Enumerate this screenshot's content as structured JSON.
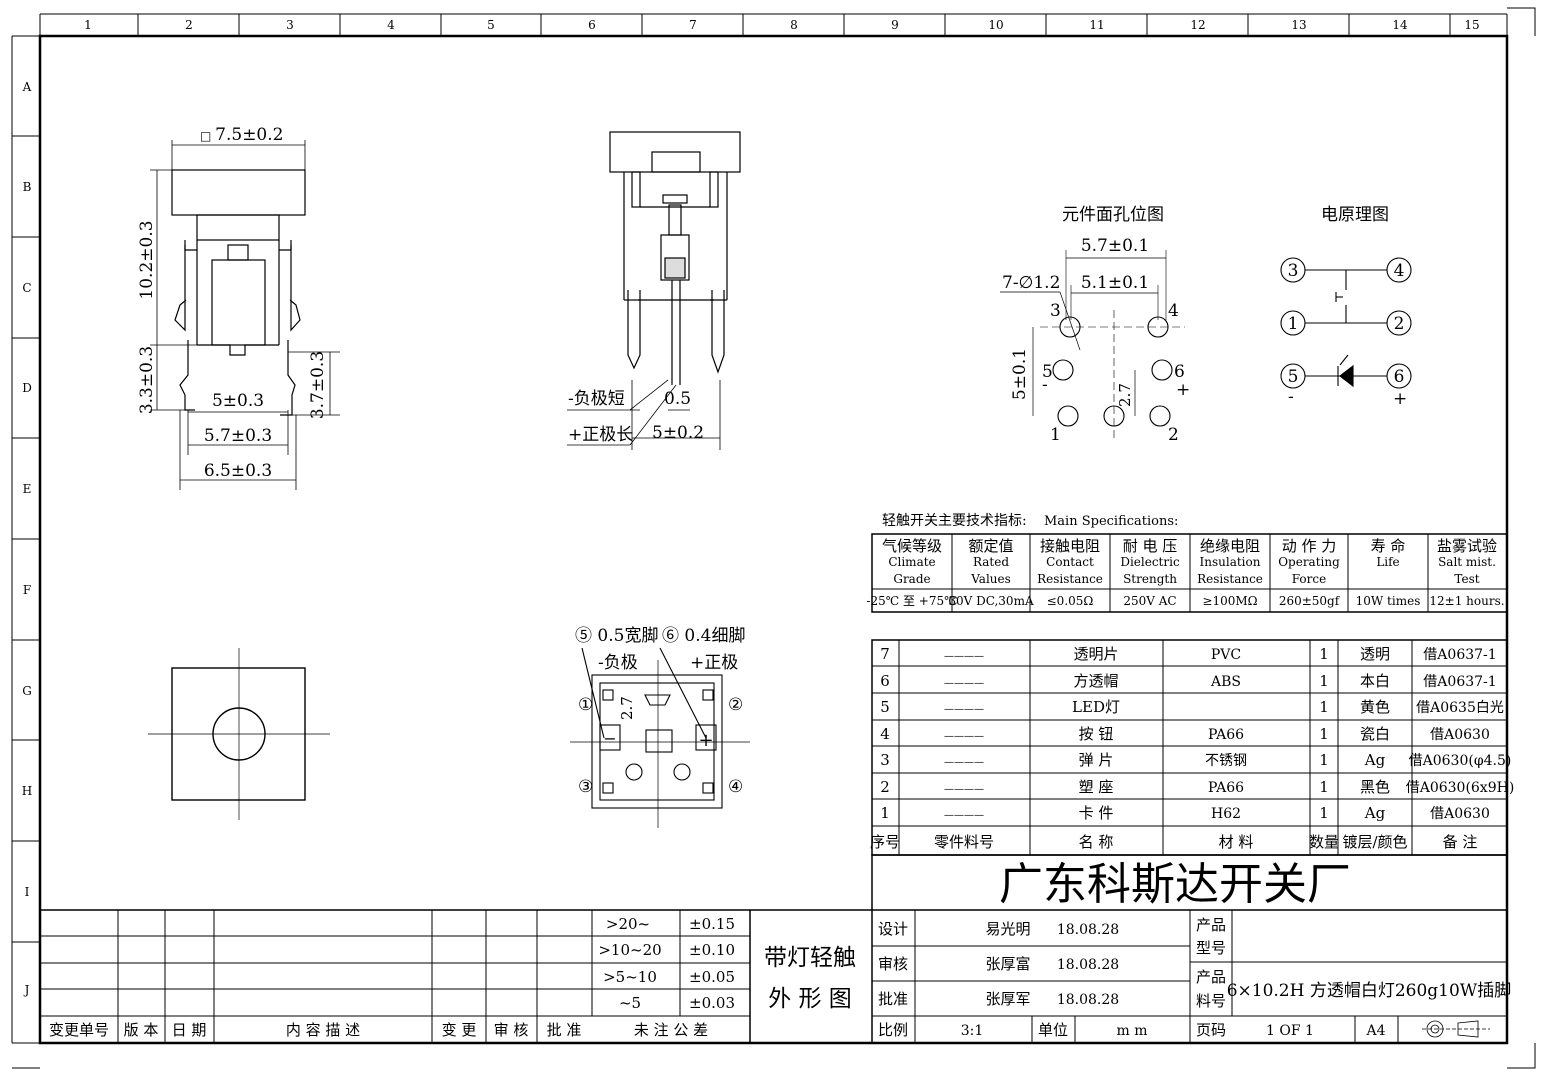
{
  "frame": {
    "top_numbers": [
      "1",
      "2",
      "3",
      "4",
      "5",
      "6",
      "7",
      "8",
      "9",
      "10",
      "11",
      "12",
      "13",
      "14",
      "15"
    ],
    "side_letters": [
      "A",
      "B",
      "C",
      "D",
      "E",
      "F",
      "G",
      "H",
      "I",
      "J"
    ]
  },
  "dims": {
    "cap_width": "7.5±0.2",
    "total_height": "10.2±0.3",
    "pin_left": "3.3±0.3",
    "pin_right": "3.7±0.3",
    "pitch_5": "5±0.3",
    "pitch_57": "5.7±0.3",
    "pitch_65": "6.5±0.3",
    "side_05": "0.5",
    "side_5": "5±0.2",
    "neg_short": "-负极短",
    "pos_long": "+正极长"
  },
  "pcb": {
    "title": "元件面孔位图",
    "w57": "5.7±0.1",
    "w51": "5.1±0.1",
    "holes": "7-∅1.2",
    "h5": "5±0.1",
    "h27": "2.7",
    "pin_labels": [
      "3",
      "4",
      "5",
      "6",
      "1",
      "2"
    ],
    "minus": "-",
    "plus": "+"
  },
  "schematic": {
    "title": "电原理图",
    "pins": [
      "3",
      "4",
      "1",
      "2",
      "5",
      "6"
    ],
    "minus": "-",
    "plus": "+"
  },
  "bottom_view": {
    "label5": "⑤ 0.5宽脚",
    "label6": "⑥ 0.4细脚",
    "neg": "-负极",
    "pos": "+正极",
    "d27": "2.7",
    "c1": "①",
    "c2": "②",
    "c3": "③",
    "c4": "④"
  },
  "specs": {
    "heading_cn": "轻触开关主要技术指标:",
    "heading_en": "Main Specifications:",
    "columns": [
      {
        "cn": "气候等级",
        "en1": "Climate",
        "en2": "Grade",
        "value": "-25℃ 至 +75℃"
      },
      {
        "cn": "额定值",
        "en1": "Rated",
        "en2": "Values",
        "value": "30V DC,30mA"
      },
      {
        "cn": "接触电阻",
        "en1": "Contact",
        "en2": "Resistance",
        "value": "≤0.05Ω"
      },
      {
        "cn": "耐 电 压",
        "en1": "Dielectric",
        "en2": "Strength",
        "value": "250V AC"
      },
      {
        "cn": "绝缘电阻",
        "en1": "Insulation",
        "en2": "Resistance",
        "value": "≥100MΩ"
      },
      {
        "cn": "动 作 力",
        "en1": "Operating",
        "en2": "Force",
        "value": "260±50gf"
      },
      {
        "cn": "寿   命",
        "en1": "Life",
        "en2": "",
        "value": "10W times"
      },
      {
        "cn": "盐雾试验",
        "en1": "Salt mist.",
        "en2": "Test",
        "value": "12±1 hours."
      }
    ]
  },
  "bom": {
    "rows": [
      {
        "no": "7",
        "part": "————",
        "name": "透明片",
        "material": "PVC",
        "qty": "1",
        "finish": "透明",
        "remark": "借A0637-1"
      },
      {
        "no": "6",
        "part": "————",
        "name": "方透帽",
        "material": "ABS",
        "qty": "1",
        "finish": "本白",
        "remark": "借A0637-1"
      },
      {
        "no": "5",
        "part": "————",
        "name": "LED灯",
        "material": "",
        "qty": "1",
        "finish": "黄色",
        "remark": "借A0635白光"
      },
      {
        "no": "4",
        "part": "————",
        "name": "按  钮",
        "material": "PA66",
        "qty": "1",
        "finish": "瓷白",
        "remark": "借A0630"
      },
      {
        "no": "3",
        "part": "————",
        "name": "弹  片",
        "material": "不锈钢",
        "qty": "1",
        "finish": "Ag",
        "remark": "借A0630(φ4.5)"
      },
      {
        "no": "2",
        "part": "————",
        "name": "塑  座",
        "material": "PA66",
        "qty": "1",
        "finish": "黑色",
        "remark": "借A0630(6x9H)"
      },
      {
        "no": "1",
        "part": "————",
        "name": "卡  件",
        "material": "H62",
        "qty": "1",
        "finish": "Ag",
        "remark": "借A0630"
      }
    ],
    "header": {
      "no": "序号",
      "part": "零件料号",
      "name": "名  称",
      "material": "材   料",
      "qty": "数量",
      "finish": "镀层/颜色",
      "remark": "备  注"
    }
  },
  "title_block": {
    "company": "广东科斯达开关厂",
    "design_label": "设计",
    "design_name": "易光明",
    "design_date": "18.08.28",
    "review_label": "审核",
    "review_name": "张厚富",
    "review_date": "18.08.28",
    "approve_label": "批准",
    "approve_name": "张厚军",
    "approve_date": "18.08.28",
    "model_label1": "产品",
    "model_label2": "型号",
    "mat_label1": "产品",
    "mat_label2": "料号",
    "product_desc": "6×10.2H 方透帽白灯260g10W插脚",
    "drawing_name1": "带灯轻触",
    "drawing_name2": "外 形 图",
    "scale_label": "比例",
    "scale": "3:1",
    "unit_label": "单位",
    "unit": "m m",
    "page_label": "页码",
    "page": "1 OF 1",
    "size": "A4"
  },
  "tolerance": {
    "rows": [
      [
        ">20~",
        "±0.15"
      ],
      [
        ">10~20",
        "±0.10"
      ],
      [
        ">5~10",
        "±0.05"
      ],
      [
        "~5",
        "±0.03"
      ]
    ],
    "label": "未 注 公 差"
  },
  "revision": {
    "headers": [
      "变更单号",
      "版 本",
      "日 期",
      "内 容 描 述",
      "变 更",
      "审 核",
      "批 准"
    ]
  }
}
